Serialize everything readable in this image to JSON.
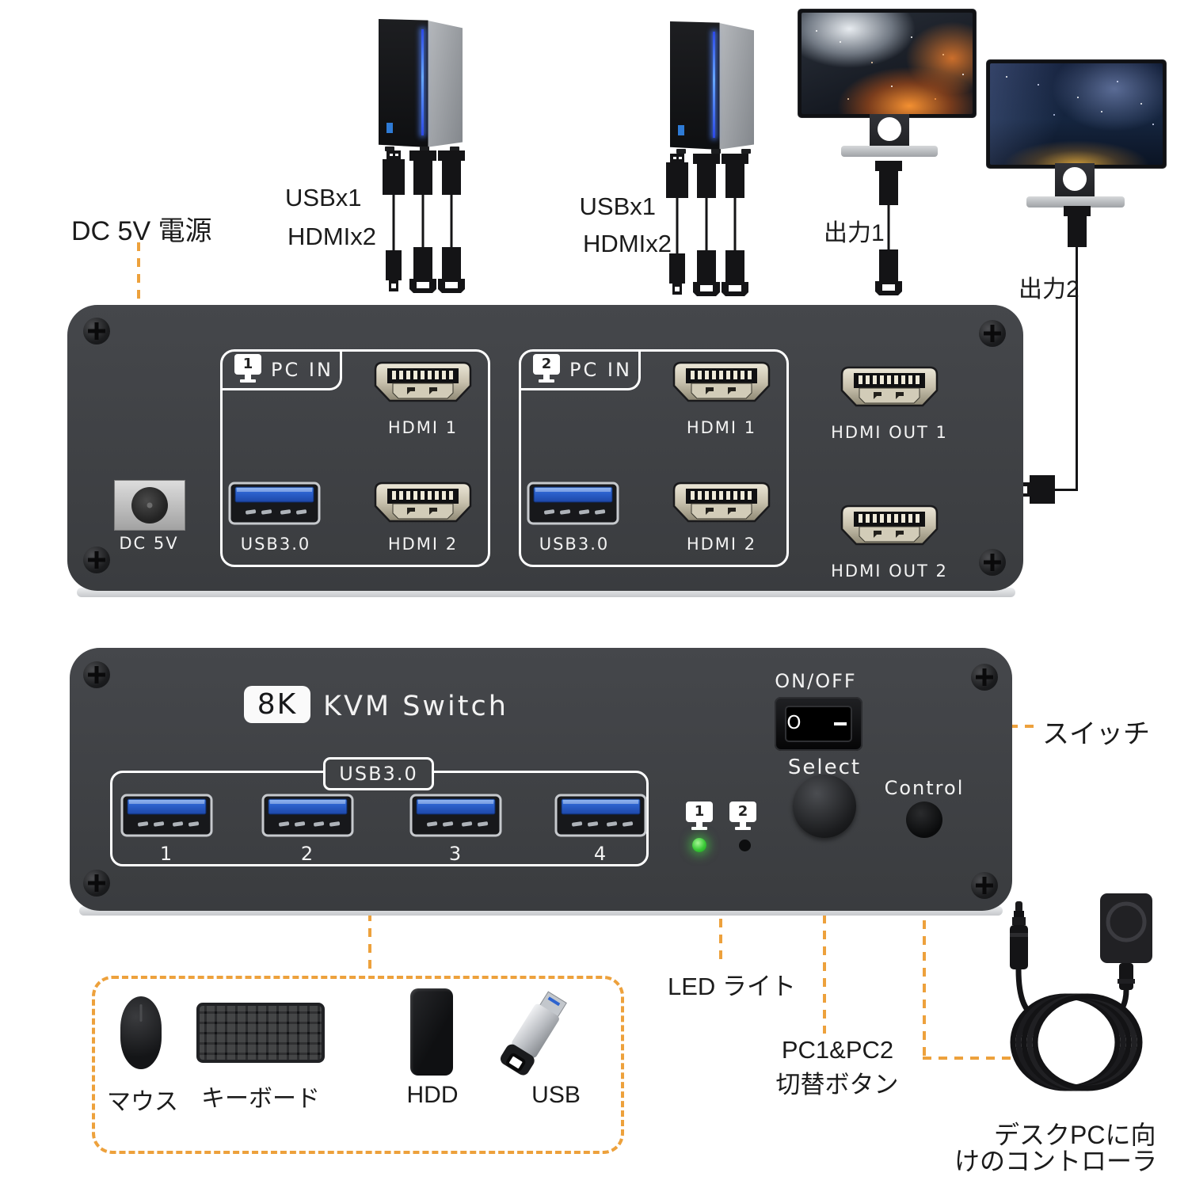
{
  "colors": {
    "accent_dashed_line": "#EDA13C",
    "panel_gray": "#3E4043",
    "usb_port_blue": "#2d63cf",
    "hdmi_port_beige": "#c9c2ae",
    "led_on_green": "#39c936"
  },
  "annotations": {
    "dc_power": "DC 5V 電源",
    "output1": "出力1",
    "output2": "出力2",
    "switch": "スイッチ",
    "led": "LED ライト",
    "select_line1": "PC1&PC2",
    "select_line2": "切替ボタン",
    "controller_line1": "デスクPCに向",
    "controller_line2": "けのコントローラ"
  },
  "pc1": {
    "usb": "USBx1",
    "hdmi": "HDMIx2"
  },
  "pc2": {
    "usb": "USBx1",
    "hdmi": "HDMIx2"
  },
  "back_panel": {
    "dc": "DC 5V",
    "group1": {
      "num": "1",
      "title": "PC IN",
      "hdmi1": "HDMI 1",
      "usb": "USB3.0",
      "hdmi2": "HDMI 2"
    },
    "group2": {
      "num": "2",
      "title": "PC IN",
      "hdmi1": "HDMI 1",
      "usb": "USB3.0",
      "hdmi2": "HDMI 2"
    },
    "out1": "HDMI OUT 1",
    "out2": "HDMI OUT 2"
  },
  "front_panel": {
    "badge": "8K",
    "title": "KVM Switch",
    "usb_tab": "USB3.0",
    "ports": [
      "1",
      "2",
      "3",
      "4"
    ],
    "led1": "1",
    "led2": "2",
    "onoff": "ON/OFF",
    "onoff_o": "O",
    "select": "Select",
    "control": "Control"
  },
  "peripherals": {
    "mouse": "マウス",
    "keyboard": "キーボード",
    "hdd": "HDD",
    "usb": "USB"
  }
}
